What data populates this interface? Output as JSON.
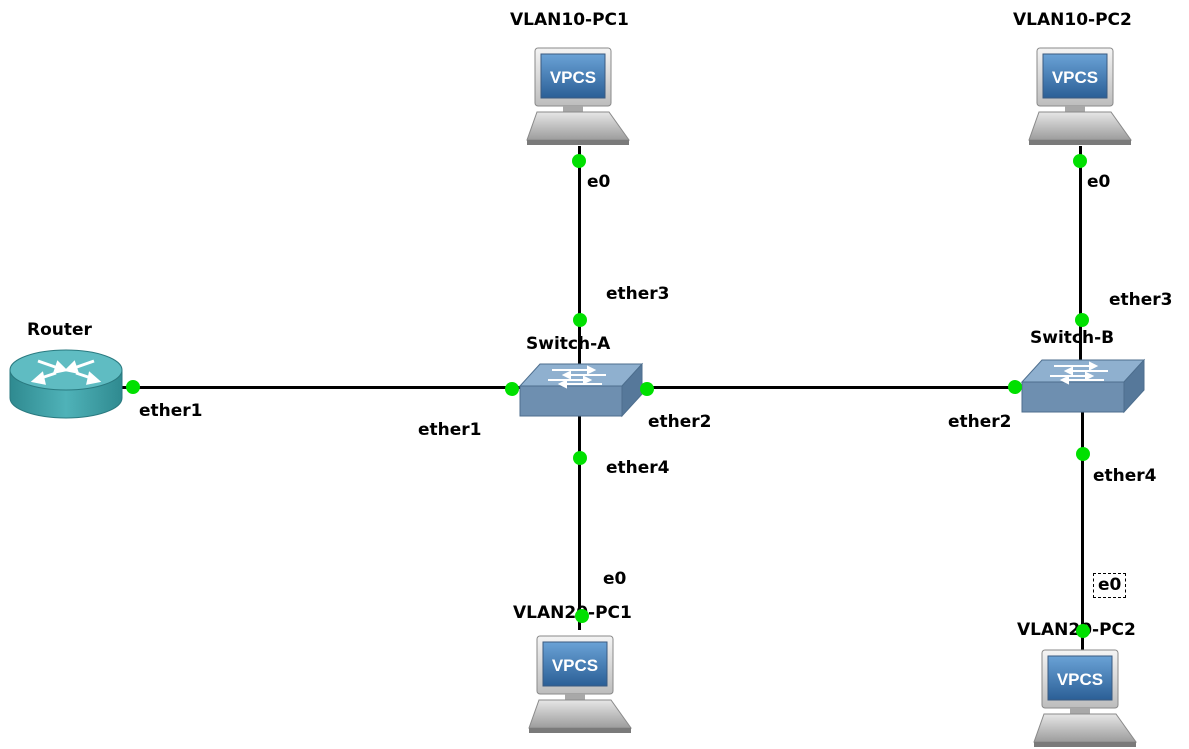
{
  "colors": {
    "port_up": "#00e000",
    "link": "#000000",
    "vpcs_screen": "#3d7ab8",
    "switch_body": "#6e8fb0",
    "router_body": "#3f9ea4"
  },
  "nodes": {
    "vlan10_pc1": {
      "name": "VLAN10-PC1",
      "type": "vpcs",
      "icon": "VPCS"
    },
    "vlan10_pc2": {
      "name": "VLAN10-PC2",
      "type": "vpcs",
      "icon": "VPCS"
    },
    "router": {
      "name": "Router",
      "type": "router"
    },
    "switch_a": {
      "name": "Switch-A",
      "type": "switch"
    },
    "switch_b": {
      "name": "Switch-B",
      "type": "switch"
    },
    "vlan20_pc1": {
      "name": "VLAN20-PC1",
      "type": "vpcs",
      "icon": "VPCS"
    },
    "vlan20_pc2": {
      "name": "VLAN20-PC2",
      "type": "vpcs",
      "icon": "VPCS"
    }
  },
  "ports": {
    "vlan10_pc1_e0": "e0",
    "switch_a_ether3": "ether3",
    "vlan10_pc2_e0": "e0",
    "switch_b_ether3": "ether3",
    "router_ether1": "ether1",
    "switch_a_ether1": "ether1",
    "switch_a_ether2": "ether2",
    "switch_b_ether2": "ether2",
    "switch_a_ether4": "ether4",
    "switch_b_ether4": "ether4",
    "vlan20_pc1_e0": "e0",
    "vlan20_pc2_e0": "e0"
  },
  "selection": {
    "selected_label": "vlan20_pc2_e0"
  }
}
